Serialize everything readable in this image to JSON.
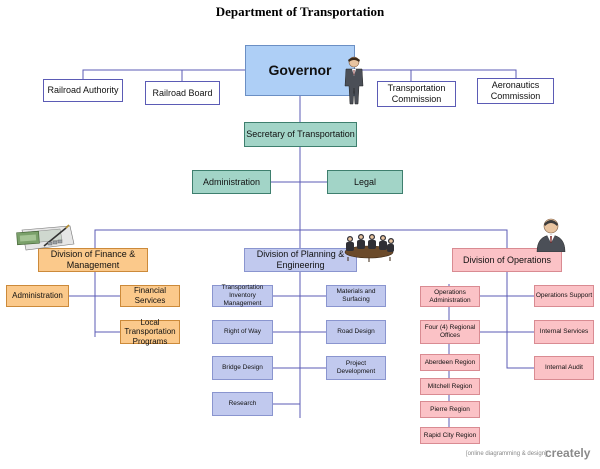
{
  "title": "Department of Transportation",
  "top": {
    "governor": "Governor",
    "railroad_authority": "Railroad Authority",
    "railroad_board": "Railroad Board",
    "transportation_commission": "Transportation Commission",
    "aeronautics_commission": "Aeronautics Commission",
    "secretary": "Secretary of Transportation",
    "administration": "Administration",
    "legal": "Legal"
  },
  "finance": {
    "head": "Division of Finance & Management",
    "administration": "Administration",
    "financial_services": "Financial Services",
    "local_programs": "Local Transportation Programs"
  },
  "planning": {
    "head": "Division of Planning & Engineering",
    "inventory": "Transportation Inventory Management",
    "materials": "Materials and Surfacing",
    "right_of_way": "Right of Way",
    "road_design": "Road Design",
    "bridge_design": "Bridge Design",
    "project_development": "Project Development",
    "research": "Research"
  },
  "operations": {
    "head": "Division of Operations",
    "ops_admin": "Operations Administration",
    "ops_support": "Operations Support",
    "regional_offices": "Four (4) Regional Offices",
    "internal_services": "Internal Services",
    "aberdeen": "Aberdeen Region",
    "mitchell": "Mitchell Region",
    "pierre": "Pierre Region",
    "rapid_city": "Rapid City Region",
    "internal_audit": "Internal Audit"
  },
  "watermark": {
    "tagline": "[online diagramming & design]",
    "brand": "creately"
  },
  "colors": {
    "connector": "#5b5bb5",
    "governor_fill": "#aecff6",
    "teal_fill": "#a2d4c7",
    "orange_fill": "#fbc98b",
    "blue_fill": "#c1c9ee",
    "pink_fill": "#fbc2c6"
  },
  "icons": [
    "businessman-icon",
    "finance-documents-icon",
    "meeting-icon",
    "manager-icon"
  ]
}
